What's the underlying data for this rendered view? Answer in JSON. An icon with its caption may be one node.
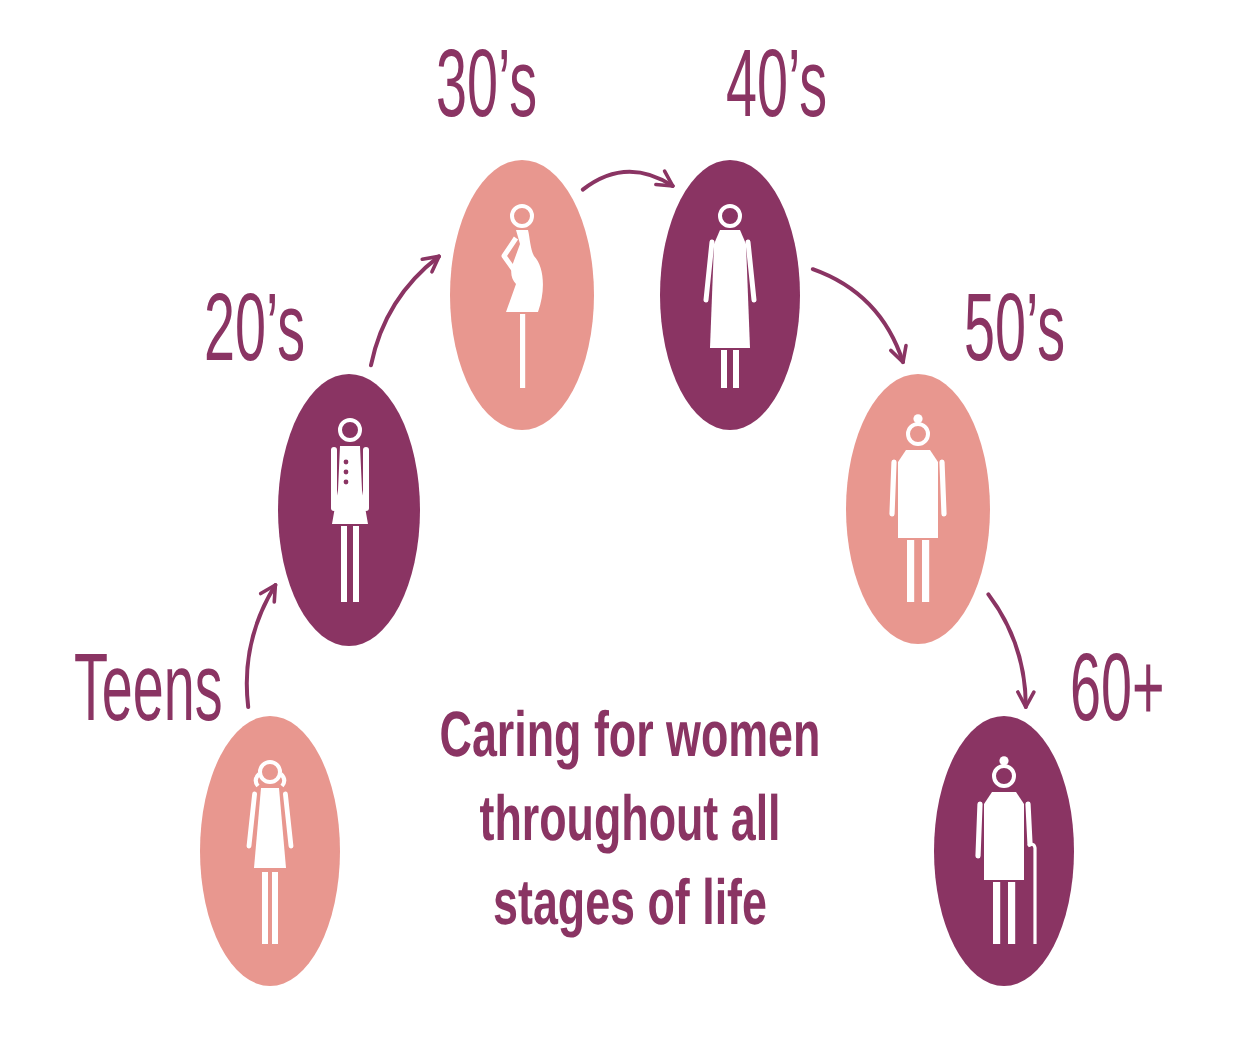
{
  "diagram": {
    "title": "Caring for women throughout all stages of life",
    "nodes": [
      {
        "text": [
          "Teens"
        ]
      },
      {
        "text": [
          "20’s"
        ]
      },
      {
        "text": [
          "30’s"
        ]
      },
      {
        "text": [
          "40’s"
        ]
      },
      {
        "text": [
          "50’s"
        ]
      },
      {
        "text": [
          "60+"
        ]
      }
    ],
    "edges": [
      {
        "from": 0,
        "to": 1,
        "arrow": "to"
      },
      {
        "from": 1,
        "to": 2,
        "arrow": "to"
      },
      {
        "from": 2,
        "to": 3,
        "arrow": "to"
      },
      {
        "from": 3,
        "to": 4,
        "arrow": "to"
      },
      {
        "from": 4,
        "to": 5,
        "arrow": "to"
      }
    ]
  }
}
